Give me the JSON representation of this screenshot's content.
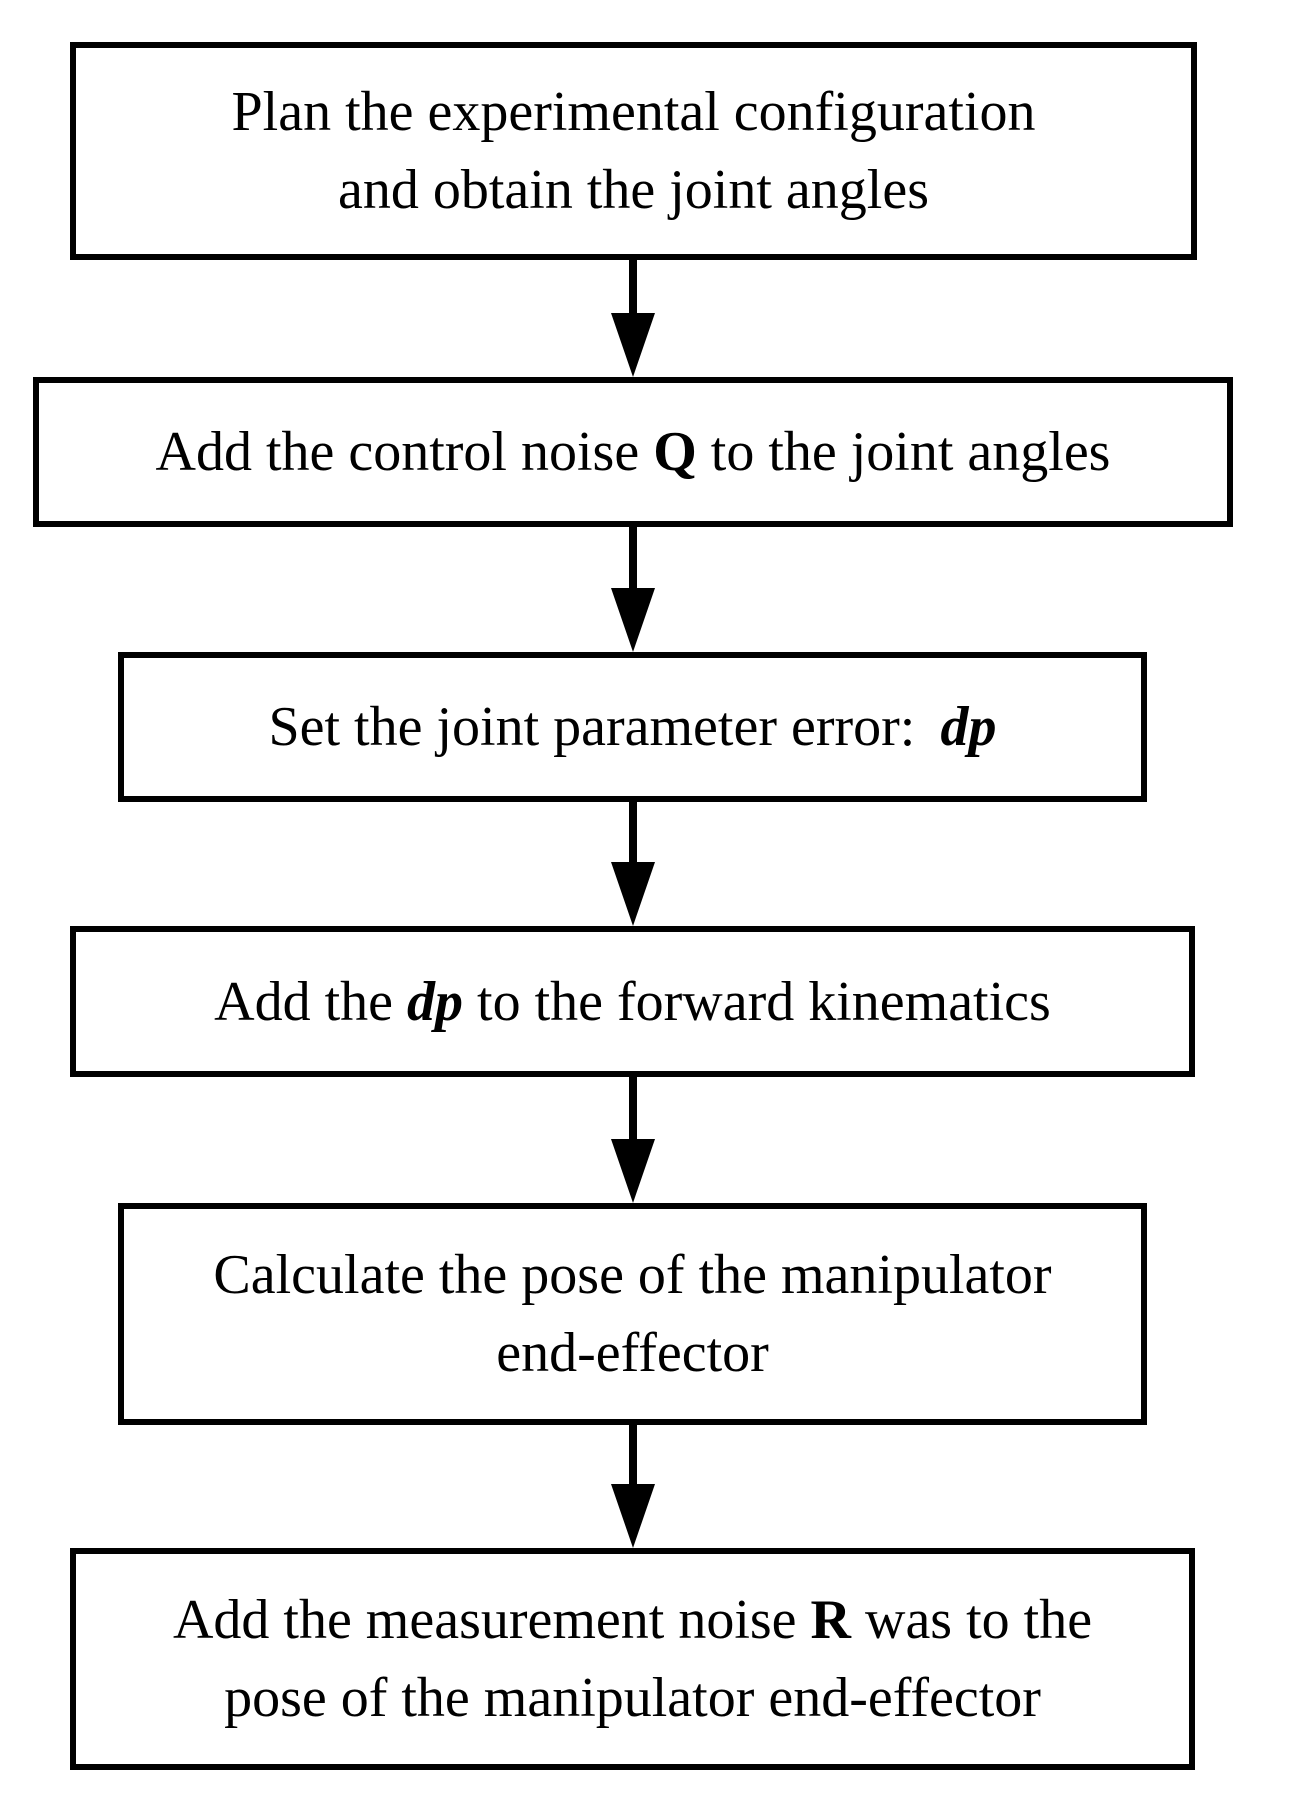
{
  "diagram": {
    "type": "flowchart",
    "background_color": "#ffffff",
    "stroke_color": "#000000",
    "boxes": [
      {
        "id": "plan",
        "line1": "Plan the experimental configuration",
        "line2": "and obtain the joint angles"
      },
      {
        "id": "noise-q",
        "pre": "Add the control noise ",
        "emph": "Q",
        "post": " to the joint angles"
      },
      {
        "id": "set-dp",
        "pre": "Set the joint parameter error:",
        "emph": "dp"
      },
      {
        "id": "add-dp",
        "pre": "Add the ",
        "emph": "dp",
        "post": " to the forward kinematics"
      },
      {
        "id": "calc-pose",
        "line1": "Calculate the pose of the manipulator",
        "line2": "end-effector"
      },
      {
        "id": "noise-r",
        "pre": "Add the measurement noise ",
        "emph": "R",
        "post": " was to the",
        "line2": "pose of the manipulator end-effector"
      }
    ],
    "connectors": [
      {
        "from": "plan",
        "to": "noise-q"
      },
      {
        "from": "noise-q",
        "to": "set-dp"
      },
      {
        "from": "set-dp",
        "to": "add-dp"
      },
      {
        "from": "add-dp",
        "to": "calc-pose"
      },
      {
        "from": "calc-pose",
        "to": "noise-r"
      }
    ]
  }
}
